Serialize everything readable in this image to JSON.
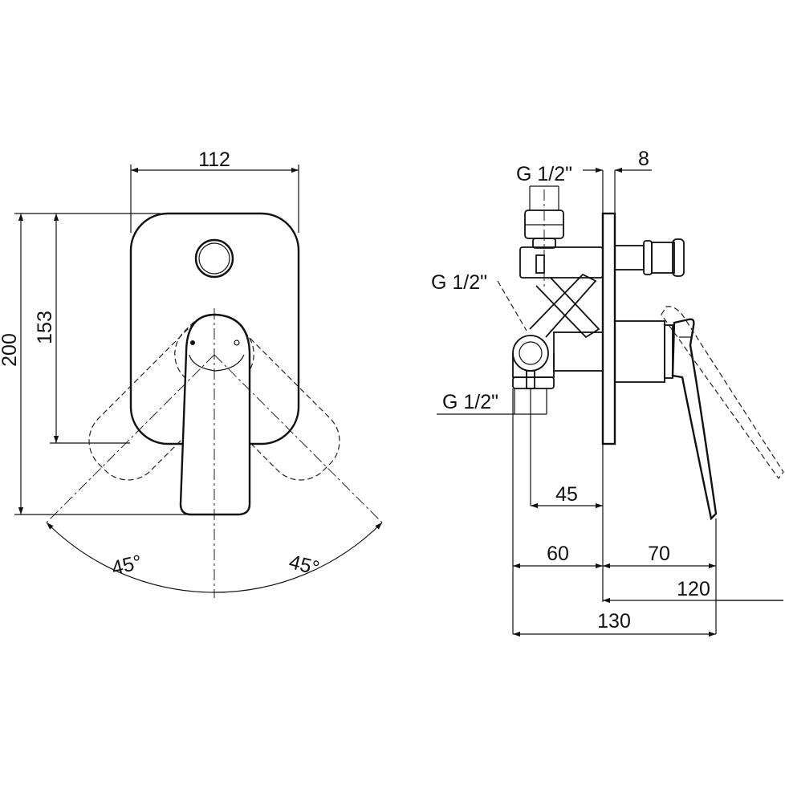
{
  "front_view": {
    "width": "112",
    "height_overall": "200",
    "height_plate": "153",
    "angle_left": "45°",
    "angle_right": "45°"
  },
  "side_view": {
    "thread_top": "G 1/2\"",
    "thread_middle": "G 1/2\"",
    "thread_bottom": "G 1/2\"",
    "plate_thickness": "8",
    "depth_45": "45",
    "depth_60": "60",
    "depth_70": "70",
    "depth_120": "120",
    "depth_130": "130"
  }
}
